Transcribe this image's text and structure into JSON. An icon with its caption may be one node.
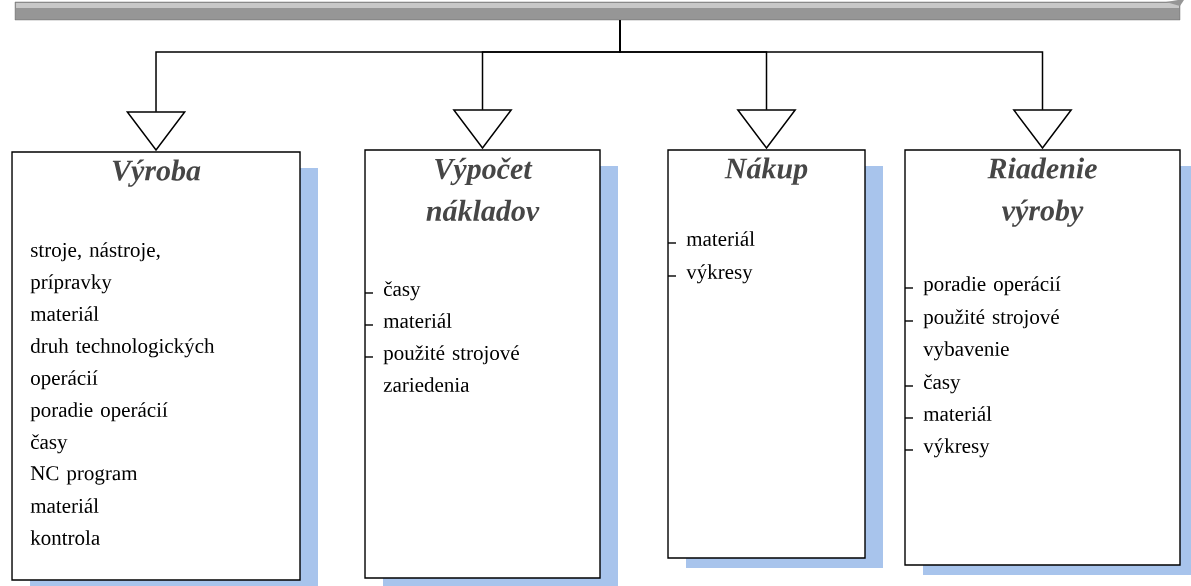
{
  "diagram": {
    "nodes": [
      {
        "text": [],
        "shape": "bar"
      },
      {
        "text": [
          "Výroba",
          "stroje, nástroje, prípravky",
          "materiál",
          "druh technologických operácií",
          "poradie operácií",
          "časy",
          "NC program",
          "materiál",
          "kontrola"
        ]
      },
      {
        "text": [
          "Výpočet nákladov",
          "časy",
          "materiál",
          "použité strojové zariedenia"
        ]
      },
      {
        "text": [
          "Nákup",
          "materiál",
          "výkresy"
        ]
      },
      {
        "text": [
          "Riadenie výroby",
          "poradie operácií",
          "použité strojové vybavenie",
          "časy",
          "materiál",
          "výkresy"
        ]
      }
    ],
    "edges": [
      {
        "from": 0,
        "to": 1,
        "arrow": "to"
      },
      {
        "from": 0,
        "to": 2,
        "arrow": "to"
      },
      {
        "from": 0,
        "to": 3,
        "arrow": "to"
      },
      {
        "from": 0,
        "to": 4,
        "arrow": "to"
      }
    ]
  }
}
